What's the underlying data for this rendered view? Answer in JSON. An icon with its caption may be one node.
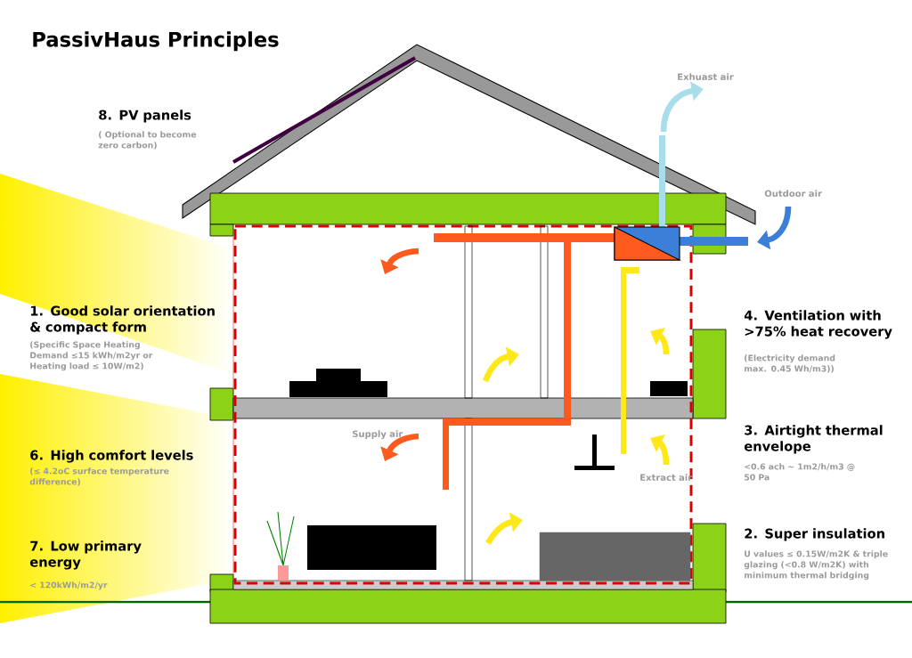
{
  "diagram": {
    "title": "PassivHaus Principles",
    "labels": [
      "8. PV panels",
      "( Optional to become zero carbon)",
      "Exhuast air",
      "Outdoor air",
      "1. Good solar orientation & compact form",
      "(Specific Space Heating Demand ≤15 kWh/m2yr or Heating load ≤ 10W/m2)",
      "4. Ventilation with >75% heat recovery",
      "(Electricity demand max. 0.45 Wh/m3))",
      "Supply air",
      "3. Airtight thermal envelope",
      "<0.6 ach ~ 1m2/h/m3 @ 50 Pa",
      "6. High comfort levels",
      "(≤ 4.2oC surface temperature difference)",
      "Extract air",
      "7. Low primary energy",
      "< 120kWh/m2/yr",
      "2. Super insulation",
      "U values ≤ 0.15W/m2K & triple glazing (<0.8 W/m2K) with minimum thermal bridging"
    ]
  }
}
